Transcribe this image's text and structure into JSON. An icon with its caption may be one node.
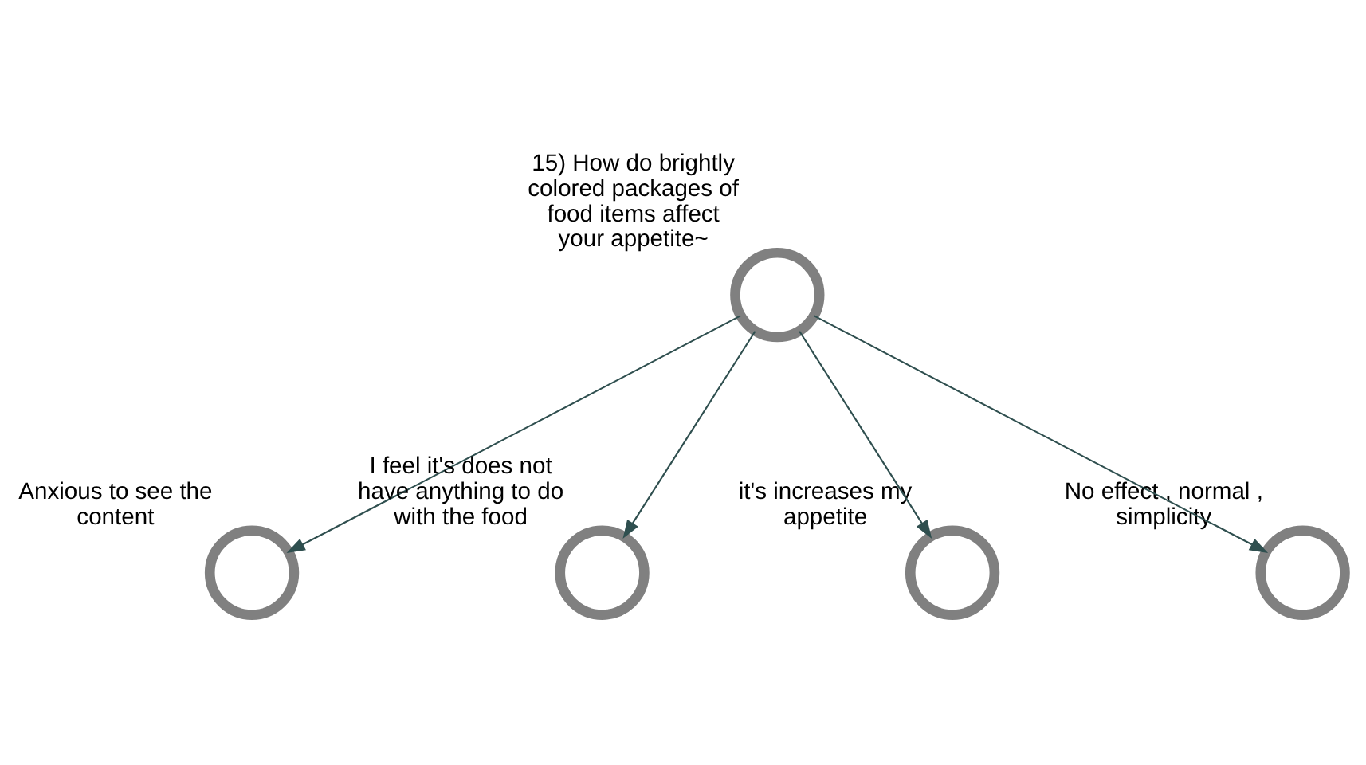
{
  "diagram": {
    "nodes": [
      {
        "text": [
          "15) How do brightly colored packages of food items affect your appetite~"
        ]
      },
      {
        "text": [
          "Anxious to see the content"
        ]
      },
      {
        "text": [
          "I feel it's does not have anything to do with the food"
        ]
      },
      {
        "text": [
          "it's increases my appetite"
        ]
      },
      {
        "text": [
          "No effect , normal , simplicity"
        ]
      }
    ],
    "edges": [
      {
        "from": 0,
        "to": 1,
        "arrow": "to"
      },
      {
        "from": 0,
        "to": 2,
        "arrow": "to"
      },
      {
        "from": 0,
        "to": 3,
        "arrow": "to"
      },
      {
        "from": 0,
        "to": 4,
        "arrow": "to"
      }
    ]
  }
}
